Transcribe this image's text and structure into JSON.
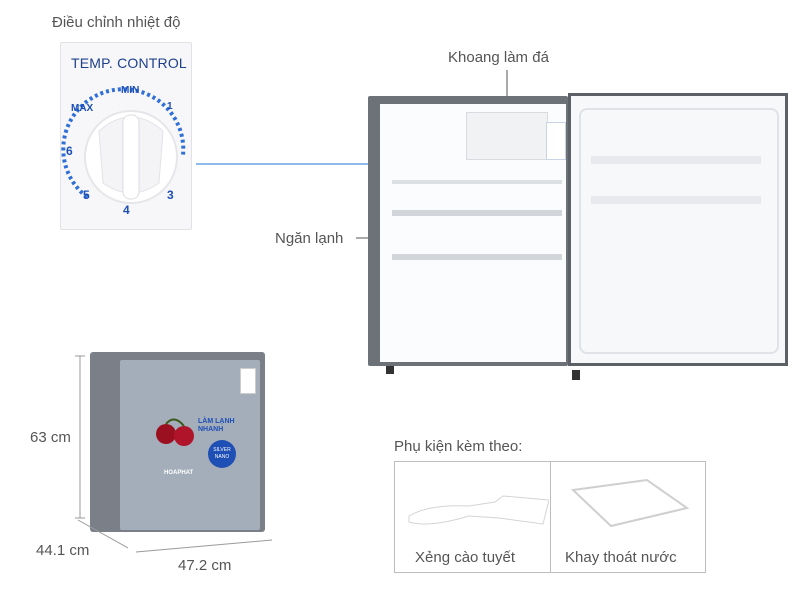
{
  "thermostat": {
    "caption": "Điều chỉnh nhiệt độ",
    "panel_title": "TEMP. CONTROL",
    "dial_labels": {
      "min": "MIN",
      "max": "MAX",
      "one": "1",
      "three": "3",
      "four": "4",
      "five": "5",
      "six": "6"
    }
  },
  "fridge": {
    "freezer_label": "Khoang làm đá",
    "cooler_label": "Ngăn lạnh"
  },
  "mini_fridge": {
    "height_label": "63 cm",
    "depth_label": "44.1 cm",
    "width_label": "47.2 cm",
    "sticker_lines": [
      "LÀM LẠNH",
      "NHANH"
    ],
    "badge": "SILVER NANO",
    "brand": "HOAPHAT"
  },
  "accessories": {
    "heading": "Phụ kiện kèm theo:",
    "items": [
      {
        "label": "Xẻng cào tuyết",
        "icon": "ice-scraper-icon"
      },
      {
        "label": "Khay thoát nước",
        "icon": "drip-tray-icon"
      }
    ]
  }
}
